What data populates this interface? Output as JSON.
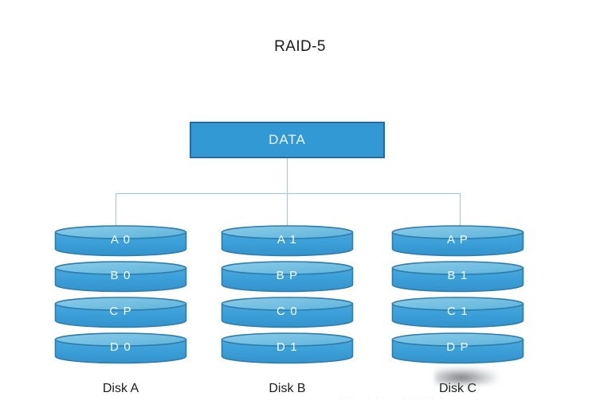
{
  "diagram": {
    "title": "RAID-5",
    "background_color": "#ffffff",
    "type": "raid-layout-diagram"
  },
  "data_box": {
    "label": "DATA",
    "fill_color": "#3399d4",
    "border_color": "#1f6ea5",
    "text_color": "#eaf6ff"
  },
  "connector": {
    "color": "#9fc6de",
    "style": "tree"
  },
  "disks": [
    {
      "caption": "Disk A",
      "blocks": [
        {
          "label": "A 0"
        },
        {
          "label": "B 0"
        },
        {
          "label": "C P"
        },
        {
          "label": "D 0"
        }
      ]
    },
    {
      "caption": "Disk B",
      "blocks": [
        {
          "label": "A 1"
        },
        {
          "label": "B P"
        },
        {
          "label": "C 0"
        },
        {
          "label": "D 1"
        }
      ]
    },
    {
      "caption": "Disk C",
      "blocks": [
        {
          "label": "A P"
        },
        {
          "label": "B 1"
        },
        {
          "label": "C 1"
        },
        {
          "label": "D P"
        }
      ]
    }
  ],
  "cylinder_style": {
    "body_color": "#3b9fd8",
    "top_color": "#7cc3e5",
    "edge_color": "#2c7cad",
    "text_color": "#f2fbff"
  },
  "artifacts": {
    "smudge_present": true,
    "watermark_text": "· · ·   · · · ·   · ·   · · ·   · · · ·   · ·"
  }
}
